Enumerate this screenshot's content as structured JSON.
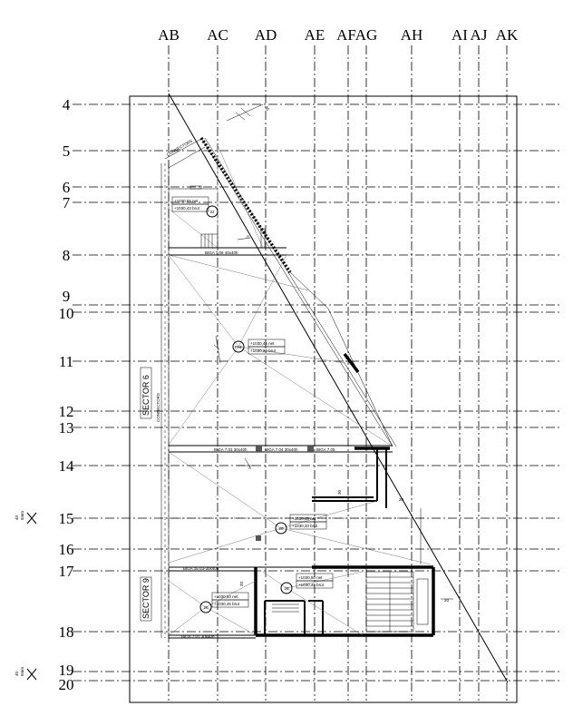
{
  "columns": [
    "AB",
    "AC",
    "AD",
    "AE",
    "AF",
    "AG",
    "AH",
    "AI",
    "AJ",
    "AK"
  ],
  "rows": [
    "4",
    "5",
    "6",
    "7",
    "8",
    "9",
    "10",
    "11",
    "12",
    "13",
    "14",
    "15",
    "16",
    "17",
    "18",
    "19",
    "20"
  ],
  "sectors": {
    "upper": "SECTOR 6",
    "lower": "SECTOR 9"
  },
  "connectors": {
    "top": "CONNECTORS",
    "side": "CONNECTORS"
  },
  "beams": {
    "b1": "BIGA 7.06 40x40h",
    "b2": "BIGA 7.03 30x40h",
    "b3": "BIGA 7.04 30x40h",
    "b4": "BIGA 7.05",
    "b5": "BIGA 16.03-30x40h",
    "b6": "BIGA 7.01 30x40h"
  },
  "levels": {
    "l22a": "+1030,55 net",
    "l22b": "+1030,43 brut",
    "lpafa": "+1030,45 net",
    "lpafb": "+1030,20 brut",
    "l20a": "+1030,45 net",
    "l20b": "+1030,20 brut",
    "l20ra": "+1030,50 net",
    "l20rb": "+1030,45 brut",
    "l20la": "+1030,50 net",
    "l20lb": "+1030,45 brut"
  },
  "markers": {
    "m22": "22",
    "paf": "PAF",
    "m20a": "20",
    "m20b": "20",
    "m20c": "20"
  },
  "dims": {
    "d20a": "20",
    "d20b": "20",
    "d30": "30",
    "d20c": "20",
    "d35": "35"
  },
  "section_mark": "A",
  "vertical_tag": "40\n5mm"
}
